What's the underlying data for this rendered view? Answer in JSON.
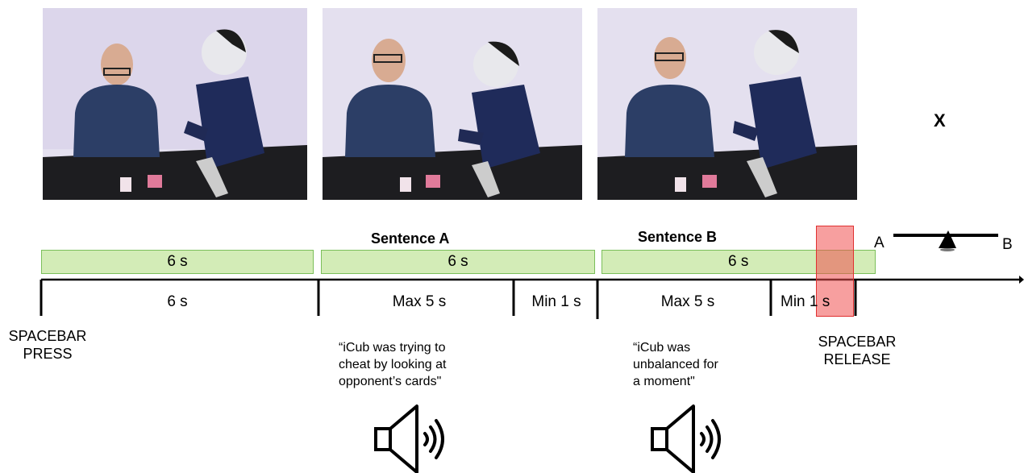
{
  "marker": "X",
  "sentences": {
    "a_title": "Sentence A",
    "b_title": "Sentence B"
  },
  "bars": {
    "bar1": "6 s",
    "bar2": "6 s",
    "bar3": "6 s"
  },
  "timeline": {
    "seg1": "6 s",
    "seg2": "Max 5 s",
    "seg3": "Min 1 s",
    "seg4": "Max 5 s",
    "seg5_min": "Min",
    "seg5_val": "1 s"
  },
  "events": {
    "press_line1": "SPACEBAR",
    "press_line2": "PRESS",
    "release_line1": "SPACEBAR",
    "release_line2": "RELEASE"
  },
  "quotes": {
    "a_line1": "“iCub was trying to",
    "a_line2": "cheat by looking at",
    "a_line3": "opponent’s cards\"",
    "b_line1": "“iCub was",
    "b_line2": "unbalanced for",
    "b_line3": "a moment\""
  },
  "scale": {
    "left": "A",
    "right": "B"
  },
  "icons": [
    "speaker-icon",
    "balance-scale-icon",
    "human-robot-photo"
  ],
  "colors": {
    "green_fill": "#d3ecb7",
    "green_border": "#7bbf5a",
    "red_fill": "#f4a0a0",
    "red_border": "#e03030"
  }
}
